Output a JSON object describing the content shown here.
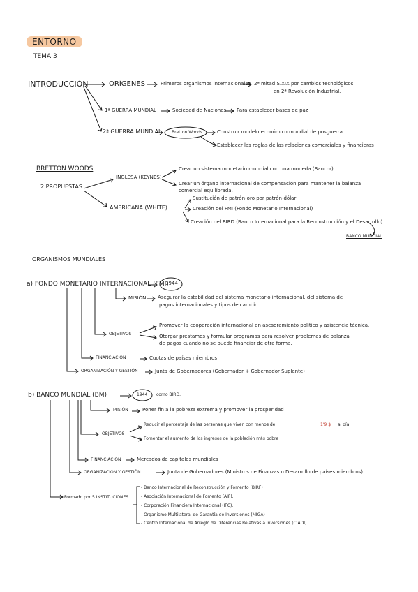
{
  "header": {
    "title": "ENTORNO",
    "subtitle": "TEMA 3"
  },
  "intro": {
    "label": "INTRODUCCIÓN",
    "origenes": {
      "label": "ORÍGENES",
      "text1": "Primeros organismos internacionales",
      "text2": "2ª mitad S.XIX por cambios tecnológicos",
      "text3": "en 2ª Revolución Industrial."
    },
    "guerra1": {
      "label": "1ª GUERRA MUNDIAL",
      "text1": "Sociedad de Naciones",
      "text2": "Para establecer bases de paz"
    },
    "guerra2": {
      "label": "2ª GUERRA MUNDIAL",
      "circle": "Bretton Woods",
      "text1": "Construir modelo económico mundial de posguerra",
      "text2": "Establecer las reglas de las relaciones comerciales y financieras"
    }
  },
  "bretton": {
    "title": "BRETTON WOODS",
    "propuestas": "2 PROPUESTAS",
    "inglesa": {
      "label": "INGLESA (KEYNES)",
      "item1": "Crear un sistema monetario mundial con una moneda (Bancor)",
      "item2a": "Crear un órgano internacional de compensación para mantener la balanza",
      "item2b": "comercial equilibrada."
    },
    "americana": {
      "label": "AMERICANA (WHITE)",
      "item1": "Sustitución de patrón-oro por patrón-dólar",
      "item2": "Creación del FMI (Fondo Monetario Internacional)",
      "item3": "Creación del BIRD (Banco Internacional para la Reconstrucción y el Desarrollo)",
      "banco": "BANCO MUNDIAL"
    }
  },
  "organismos": {
    "title": "ORGANISMOS MUNDIALES",
    "fmi": {
      "heading": "a) FONDO MONETARIO INTERNACIONAL (FMI)",
      "year": "1944",
      "mision_label": "MISIÓN",
      "mision_a": "Asegurar la estabilidad del sistema monetario internacional, del sistema de",
      "mision_b": "pagos internacionales y tipos de cambio.",
      "objetivos_label": "OBJETIVOS",
      "obj1": "Promover la cooperación internacional en asesoramiento político y asistencia técnica.",
      "obj2a": "Otorgar préstamos y formular programas para resolver problemas de balanza",
      "obj2b": "de pagos cuando no se puede financiar de otra forma.",
      "financiacion_label": "FINANCIACIÓN",
      "financiacion_text": "Cuotas de países miembros",
      "gestion_label": "ORGANIZACIÓN Y GESTIÓN",
      "gestion_text": "Junta de Gobernadores (Gobernador + Gobernador Suplente)"
    },
    "bm": {
      "heading": "b) BANCO MUNDIAL (BM)",
      "year": "1944",
      "year_suffix": "como BIRD.",
      "mision_label": "MISIÓN",
      "mision_text": "Poner fin a la pobreza extrema y promover la prosperidad",
      "objetivos_label": "OBJETIVOS",
      "obj1_pre": "Reducir el porcentaje de las personas que viven con menos de",
      "obj1_amount": "1'9 $",
      "obj1_post": "al día.",
      "obj2": "Fomentar el aumento de los ingresos de la población más pobre",
      "financiacion_label": "FINANCIACIÓN",
      "financiacion_text": "Mercados de capitales mundiales",
      "gestion_label": "ORGANIZACIÓN Y GESTIÓN",
      "gestion_text": "Junta de Gobernadores (Ministros de Finanzas o Desarrollo de países miembros).",
      "formado_label": "Formado por 5 INSTITUCIONES",
      "instituciones": [
        "- Banco Internacional de Reconstrucción y Fomento (BIRF)",
        "- Asociación Internacional de Fomento (AIF).",
        "- Corporación Financiera Internacional (IFC).",
        "- Organismo Multilateral de Garantía de Inversiones (MIGA)",
        "- Centro Internacional de Arreglo de Diferencias Relativas a Inversiones (CIADI)."
      ]
    }
  }
}
